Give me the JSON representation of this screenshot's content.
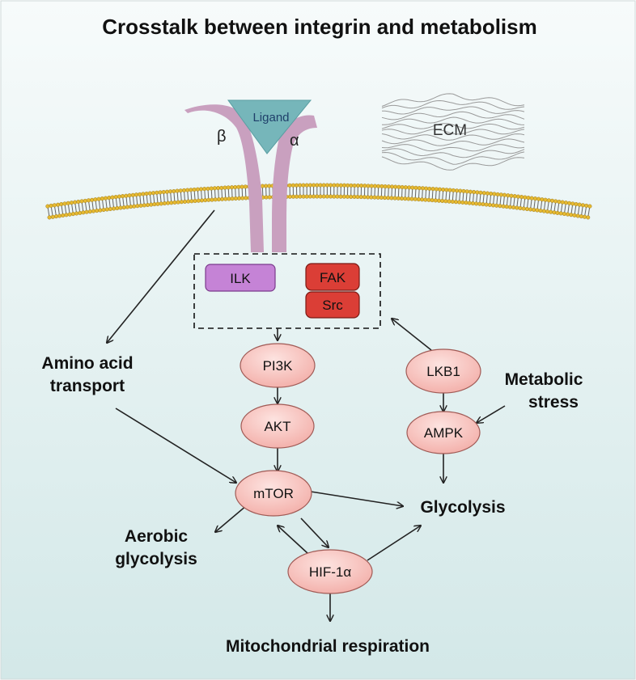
{
  "title": "Crosstalk between integrin and metabolism",
  "colors": {
    "background_top": "#f7fbfb",
    "background_bottom": "#d3e8e8",
    "integrin": "#c9a0bf",
    "ligand": "#76b6ba",
    "ilk": "#c583d6",
    "fak_src": "#db3e36",
    "node_pink": "#f2aaa4",
    "membrane_head": "#e6b930",
    "membrane_tail": "#666666"
  },
  "integrin": {
    "beta": "β",
    "alpha": "α",
    "ligand": "Ligand"
  },
  "ecm": "ECM",
  "complex": {
    "ilk": "ILK",
    "fak": "FAK",
    "src": "Src"
  },
  "nodes": {
    "pi3k": "PI3K",
    "akt": "AKT",
    "mtor": "mTOR",
    "hif": "HIF-1α",
    "lkb1": "LKB1",
    "ampk": "AMPK"
  },
  "labels": {
    "amino_line1": "Amino acid",
    "amino_line2": "transport",
    "metabolic_line1": "Metabolic",
    "metabolic_line2": "stress",
    "glycolysis": "Glycolysis",
    "aerobic_line1": "Aerobic",
    "aerobic_line2": "glycolysis",
    "mito": "Mitochondrial respiration"
  }
}
